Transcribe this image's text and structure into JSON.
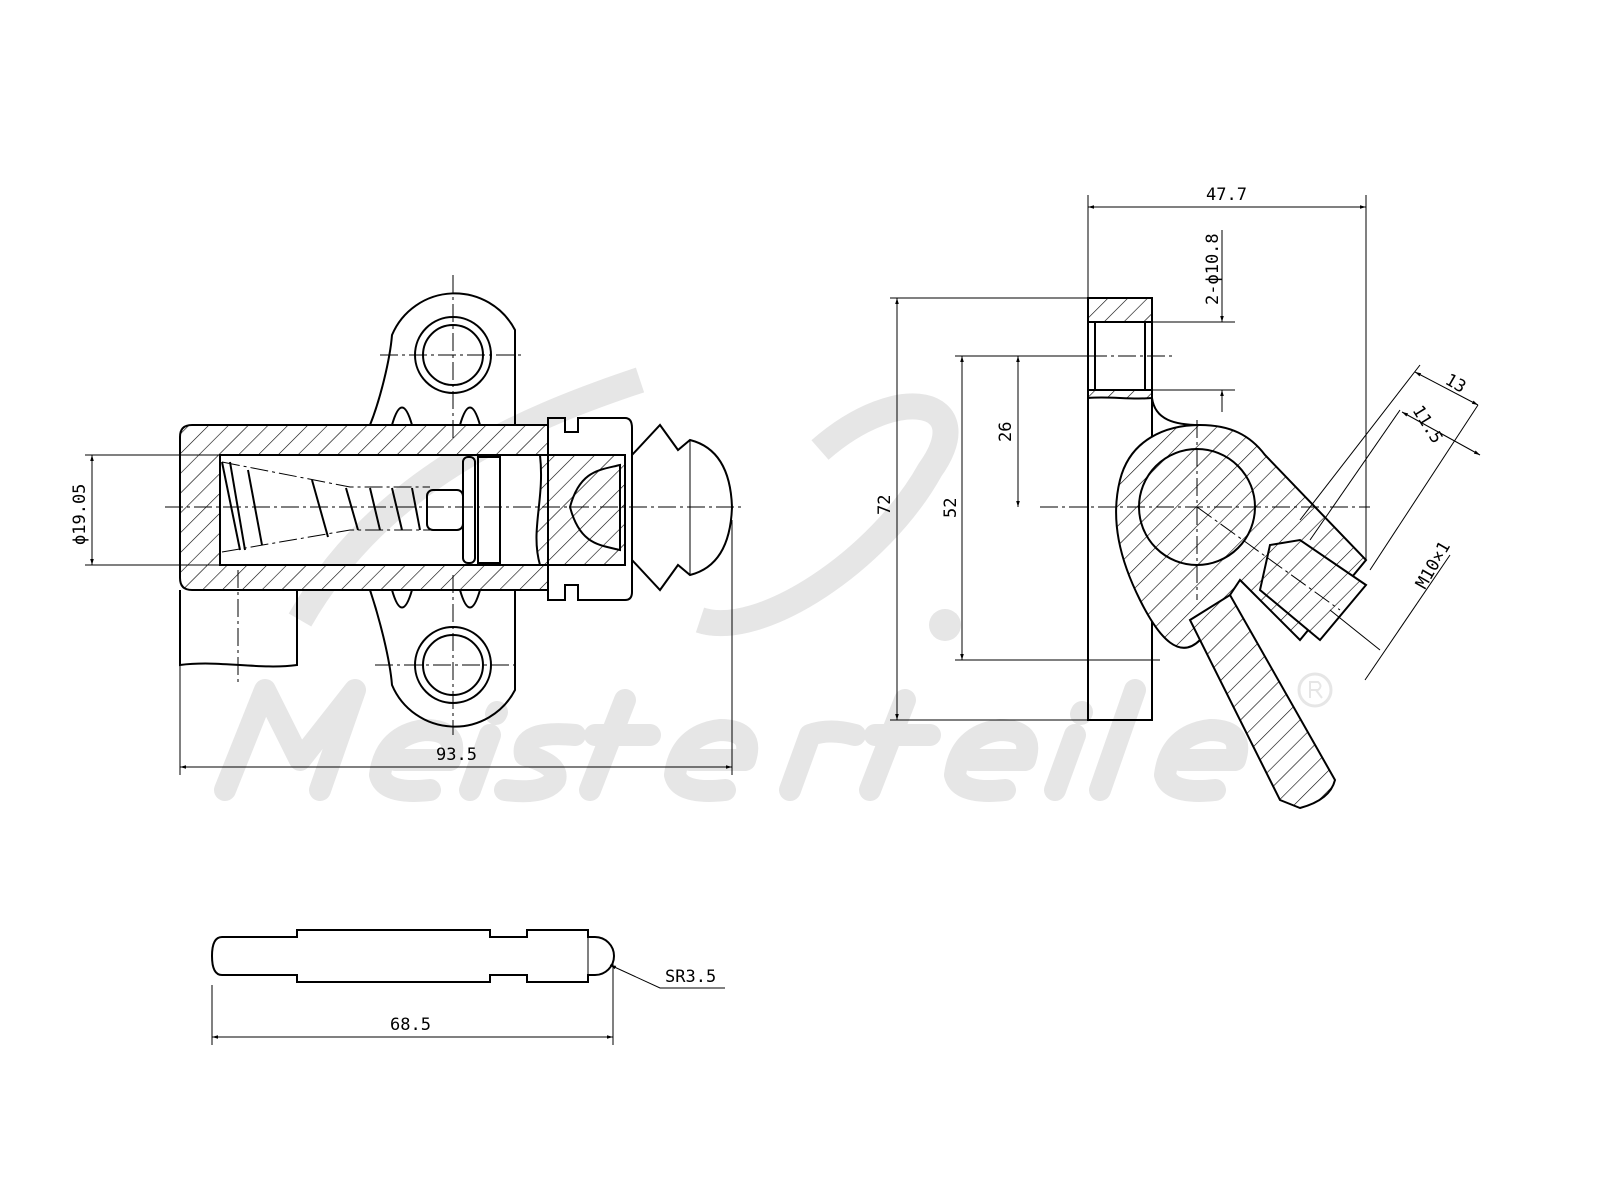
{
  "watermark": {
    "brand": "Meisterteile",
    "mark": "®",
    "color": "#e6e6e6"
  },
  "side_view": {
    "bore_diameter": "ϕ19.05",
    "overall_length": "93.5"
  },
  "end_view": {
    "width": "47.7",
    "holes": "2-ϕ10.8",
    "height_total": "72",
    "height_52": "52",
    "height_26": "26",
    "port_13": "13",
    "port_11_5": "11.5",
    "thread": "M10×1"
  },
  "pushrod": {
    "length": "68.5",
    "tip_radius": "SR3.5"
  }
}
